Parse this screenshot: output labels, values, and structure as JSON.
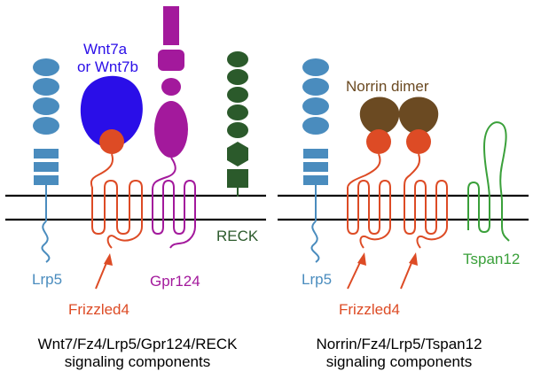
{
  "colors": {
    "membrane": "#000000",
    "lrp5": "#4a8cbe",
    "frizzled": "#dd4b25",
    "gpr124": "#a3199c",
    "reck": "#2b5a2b",
    "wnt": "#2a0ee8",
    "norrin": "#6b4a22",
    "tspan12": "#3aa03a"
  },
  "left_panel": {
    "wnt_label_line1": "Wnt7a",
    "wnt_label_line2": "or Wnt7b",
    "lrp5_label": "Lrp5",
    "frizzled_label": "Frizzled4",
    "gpr124_label": "Gpr124",
    "reck_label": "RECK",
    "caption_line1": "Wnt7/Fz4/Lrp5/Gpr124/RECK",
    "caption_line2": "signaling components"
  },
  "right_panel": {
    "norrin_label": "Norrin dimer",
    "lrp5_label": "Lrp5",
    "frizzled_label": "Frizzled4",
    "tspan12_label": "Tspan12",
    "caption_line1": "Norrin/Fz4/Lrp5/Tspan12",
    "caption_line2": "signaling components"
  }
}
